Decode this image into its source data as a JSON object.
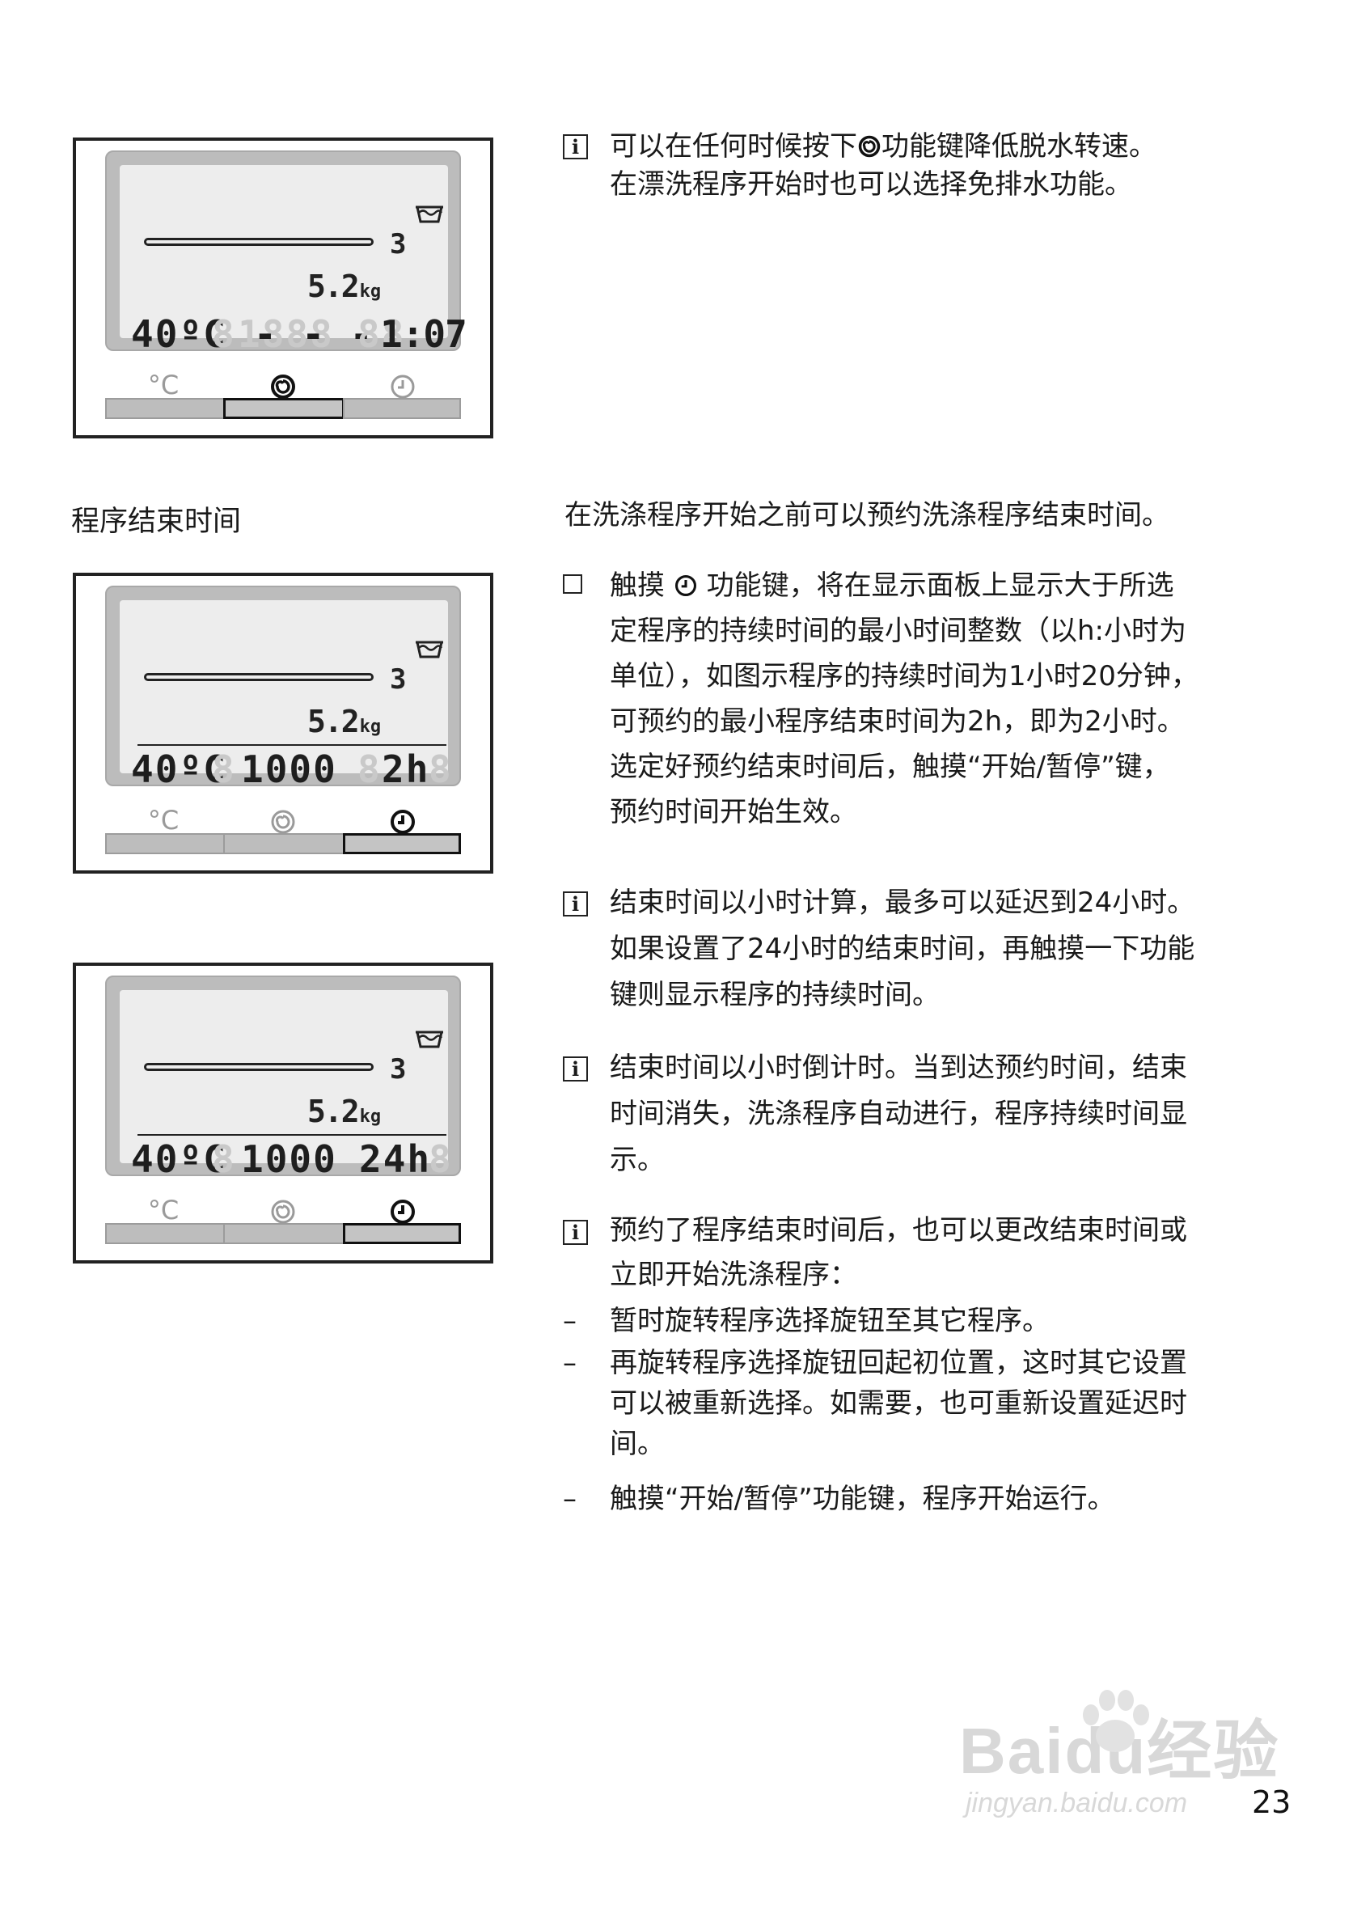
{
  "panels": [
    {
      "rinse_count": "3",
      "load": "5.2",
      "load_unit": "kg",
      "temp_segment": "40ºC",
      "temp_ghost": "8",
      "spin_ghost": "1888",
      "spin_segment": "- - -",
      "time_ghost": "88",
      "time_segment": "1:07",
      "key_temp_symbol": "°C",
      "active_key": "spin"
    },
    {
      "rinse_count": "3",
      "load": "5.2",
      "load_unit": "kg",
      "temp_segment": "40ºC",
      "temp_ghost": "8",
      "spin_ghost": "",
      "spin_segment": "1000",
      "time_ghost": "8",
      "time_segment": "2h",
      "time_ghost_after": "8",
      "key_temp_symbol": "°C",
      "active_key": "timer"
    },
    {
      "rinse_count": "3",
      "load": "5.2",
      "load_unit": "kg",
      "temp_segment": "40ºC",
      "temp_ghost": "8",
      "spin_ghost": "",
      "spin_segment": "1000",
      "time_ghost": "",
      "time_segment": "24h",
      "time_ghost_after": "8",
      "key_temp_symbol": "°C",
      "active_key": "timer"
    }
  ],
  "info_top": {
    "marker": "i",
    "line1_a": "可以在任何时候按下",
    "line1_b": "功能键降低脱水转速。",
    "line2": "在漂洗程序开始时也可以选择免排水功能。"
  },
  "section": {
    "heading": "程序结束时间",
    "intro": "在洗涤程序开始之前可以预约洗涤程序结束时间。",
    "step": {
      "line1_a": "触摸",
      "line1_b": "功能键，将在显示面板上显示大于所选",
      "line2": "定程序的持续时间的最小时间整数（以h:小时为",
      "line3": "单位），如图示程序的持续时间为1小时20分钟，",
      "line4": "可预约的最小程序结束时间为2h，即为2小时。",
      "line5": "选定好预约结束时间后，触摸“开始/暂停”键，",
      "line6": "预约时间开始生效。"
    },
    "note1": {
      "marker": "i",
      "line1": "结束时间以小时计算，最多可以延迟到24小时。",
      "line2": "如果设置了24小时的结束时间，再触摸一下功能",
      "line3": "键则显示程序的持续时间。"
    },
    "note2": {
      "marker": "i",
      "line1": "结束时间以小时倒计时。当到达预约时间，结束",
      "line2": "时间消失，洗涤程序自动进行，程序持续时间显",
      "line3": "示。"
    },
    "note3": {
      "marker": "i",
      "line1": "预约了程序结束时间后，也可以更改结束时间或",
      "line2": "立即开始洗涤程序："
    },
    "dash_items": [
      {
        "marker": "–",
        "lines": [
          "暂时旋转程序选择旋钮至其它程序。"
        ]
      },
      {
        "marker": "–",
        "lines": [
          "再旋转程序选择旋钮回起初位置，这时其它设置",
          "可以被重新选择。如需要，也可重新设置延迟时",
          "间。"
        ]
      },
      {
        "marker": "–",
        "lines": [
          "触摸“开始/暂停”功能键，程序开始运行。"
        ]
      }
    ]
  },
  "page_number": "23",
  "watermark": {
    "main": "Baidu经验",
    "sub": "jingyan.baidu.com"
  },
  "icons": {
    "spin": "spiral-icon",
    "timer": "clock-icon",
    "wash": "basin-icon",
    "info": "info-icon",
    "checkbox": "checkbox-icon"
  }
}
